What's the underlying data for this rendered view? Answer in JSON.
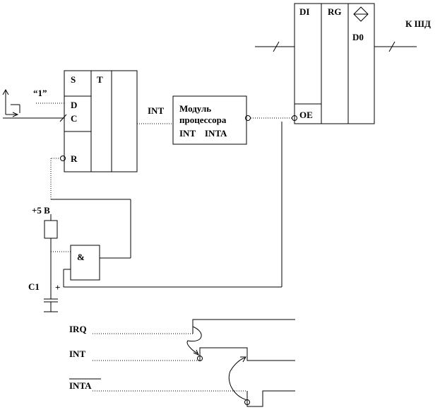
{
  "flipflop": {
    "s": "S",
    "t": "T",
    "d": "D",
    "c": "C",
    "r": "R"
  },
  "input_one": "“1”",
  "int_label": "INT",
  "processor": {
    "line1": "Модуль",
    "line2": "процессора",
    "line3": "INT    INTA"
  },
  "register": {
    "di": "DI",
    "rg": "RG",
    "d0": "D0",
    "oe": "OE"
  },
  "bus_label": "К ШД",
  "supply": "+5 В",
  "and_gate": "&",
  "capacitor": {
    "name": "C1",
    "plus": "+"
  },
  "timing": {
    "irq": "IRQ",
    "int": "INT",
    "inta": "INTA"
  }
}
